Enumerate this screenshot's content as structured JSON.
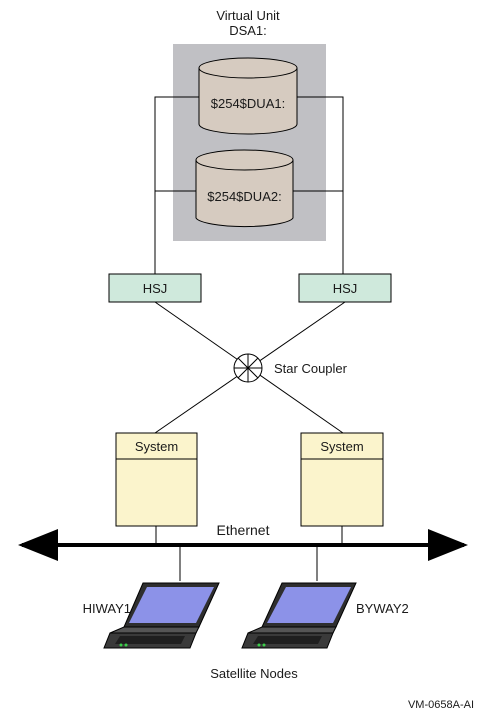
{
  "virtual_unit": {
    "title_line1": "Virtual Unit",
    "title_line2": "DSA1:"
  },
  "disks": [
    {
      "label": "$254$DUA1:"
    },
    {
      "label": "$254$DUA2:"
    }
  ],
  "controllers": [
    {
      "label": "HSJ"
    },
    {
      "label": "HSJ"
    }
  ],
  "star_coupler": {
    "label": "Star Coupler"
  },
  "systems": [
    {
      "label": "System"
    },
    {
      "label": "System"
    }
  ],
  "network": {
    "label": "Ethernet"
  },
  "satellites": [
    {
      "label": "HIWAY1"
    },
    {
      "label": "BYWAY2"
    }
  ],
  "satellites_caption": "Satellite Nodes",
  "figure_id": "VM-0658A-AI",
  "colors": {
    "virtual_unit_bg": "#c0c0c4",
    "disk_fill": "#d6cbc0",
    "controller_fill": "#cfe9dc",
    "system_fill": "#fbf4cc",
    "laptop_screen": "#8c92e8",
    "laptop_body": "#3a3a3a"
  }
}
